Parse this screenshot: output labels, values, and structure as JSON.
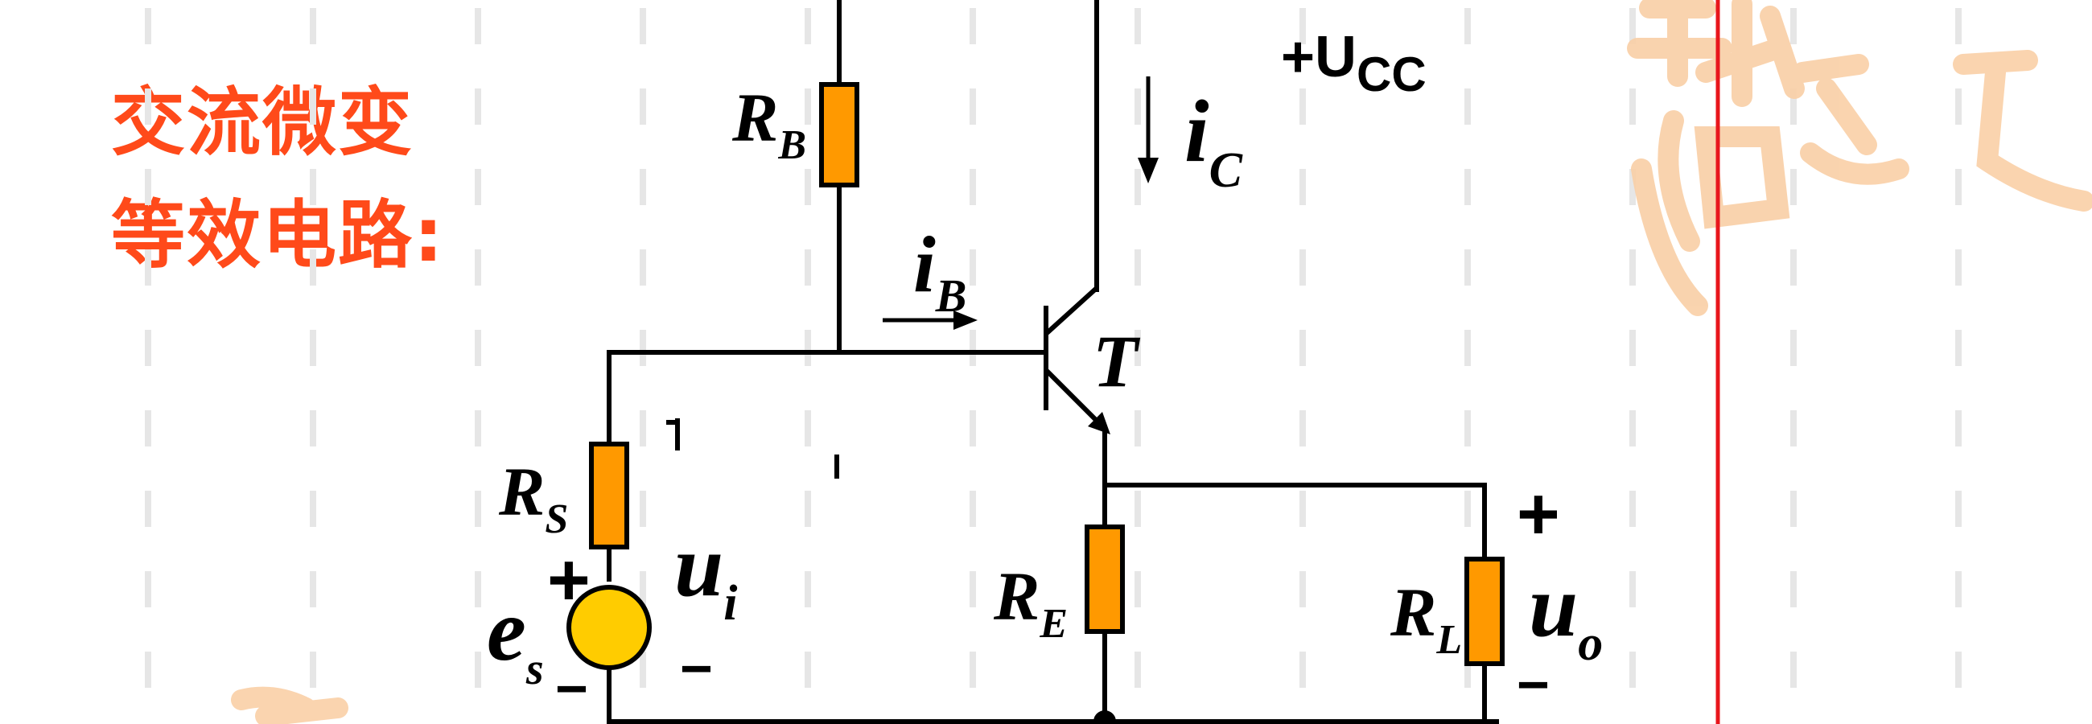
{
  "heading": {
    "line1": "交流微变",
    "line2": "等效电路:"
  },
  "supply": {
    "label": "+U",
    "subscript": "CC"
  },
  "components": {
    "rb": {
      "letter": "R",
      "sub": "B"
    },
    "rs": {
      "letter": "R",
      "sub": "S"
    },
    "re": {
      "letter": "R",
      "sub": "E"
    },
    "rl": {
      "letter": "R",
      "sub": "L"
    },
    "transistor": "T",
    "source": {
      "letter": "e",
      "sub": "s"
    }
  },
  "currents": {
    "ib": {
      "letter": "i",
      "sub": "B"
    },
    "ic": {
      "letter": "i",
      "sub": "C"
    }
  },
  "voltages": {
    "ui": {
      "letter": "u",
      "sub": "i",
      "plus": "+",
      "minus": "−"
    },
    "uo": {
      "letter": "u",
      "sub": "o",
      "plus": "+",
      "minus": "−"
    }
  },
  "colors": {
    "title": "#ff4a1a",
    "resistor_fill": "#ff9900",
    "source_fill": "#ffcc00",
    "wire": "#000000",
    "border_line": "#e8161c",
    "watermark": "#f9cfa6",
    "dashes": "#e6e6e6"
  },
  "decorations": {
    "watermark_seal": "seal-watermark"
  }
}
